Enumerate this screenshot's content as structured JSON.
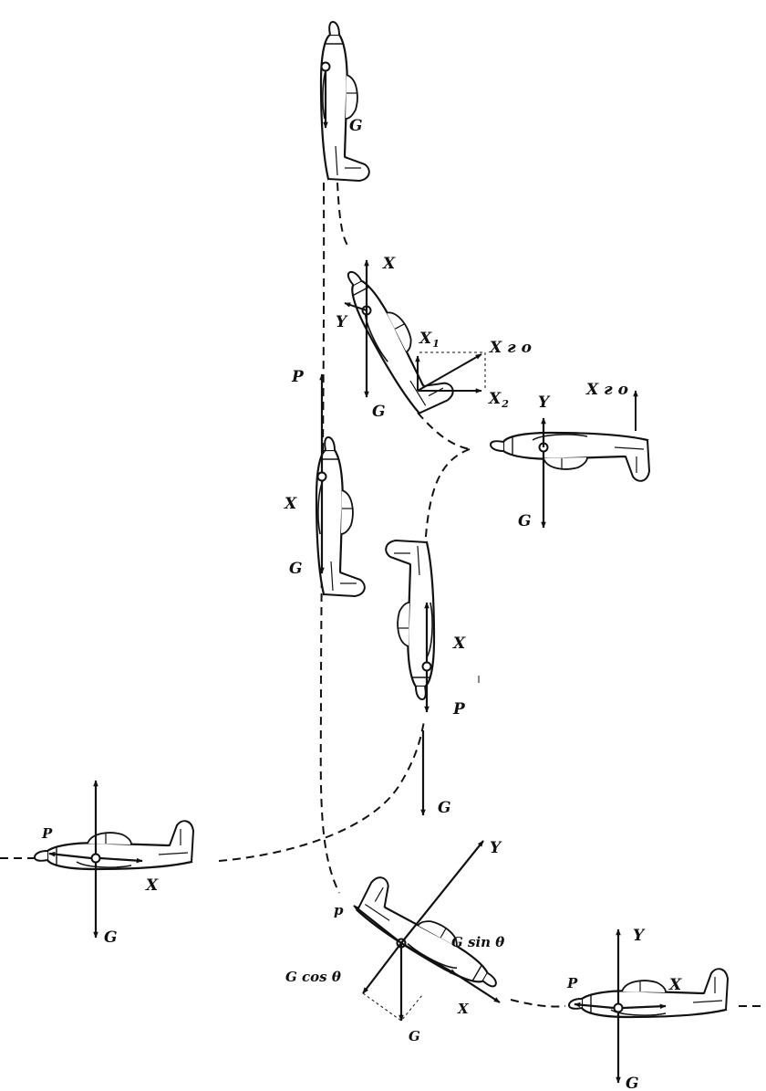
{
  "labels": {
    "g": "G",
    "x": "X",
    "y": "Y",
    "p": "P",
    "p_lower": "p",
    "x_go": "X г о",
    "x1": "X",
    "x1_sub": "1",
    "x2": "X",
    "x2_sub": "2",
    "g_sin": "G sin θ",
    "g_cos": "G cos θ"
  },
  "colors": {
    "ink": "#111111",
    "paper": "#ffffff"
  }
}
